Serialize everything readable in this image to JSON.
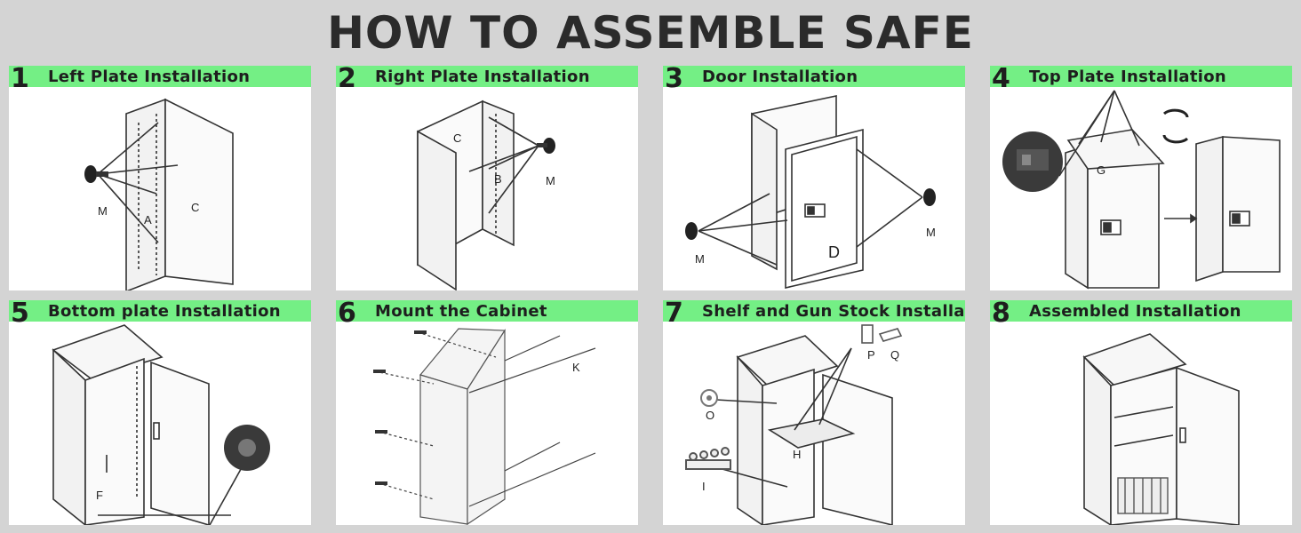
{
  "title": "HOW TO ASSEMBLE SAFE",
  "steps": [
    {
      "number": "1",
      "label": "Left Plate Installation"
    },
    {
      "number": "2",
      "label": "Right Plate Installation"
    },
    {
      "number": "3",
      "label": "Door Installation"
    },
    {
      "number": "4",
      "label": "Top Plate Installation"
    },
    {
      "number": "5",
      "label": "Bottom plate Installation"
    },
    {
      "number": "6",
      "label": "Mount the Cabinet"
    },
    {
      "number": "7",
      "label": "Shelf and Gun Stock Installation"
    },
    {
      "number": "8",
      "label": "Assembled Installation"
    }
  ],
  "part_labels": {
    "A": "A",
    "B": "B",
    "C": "C",
    "D": "D",
    "F": "F",
    "G": "G",
    "H": "H",
    "I": "I",
    "K": "K",
    "M": "M",
    "O": "O",
    "P": "P",
    "Q": "Q"
  },
  "colors": {
    "step_bar": "#74ef85",
    "background": "#d4d4d4",
    "panel": "#ffffff",
    "ink": "#2b2b2b"
  },
  "icons": [
    "screw-icon",
    "rotate-icon",
    "arrow-icon"
  ]
}
